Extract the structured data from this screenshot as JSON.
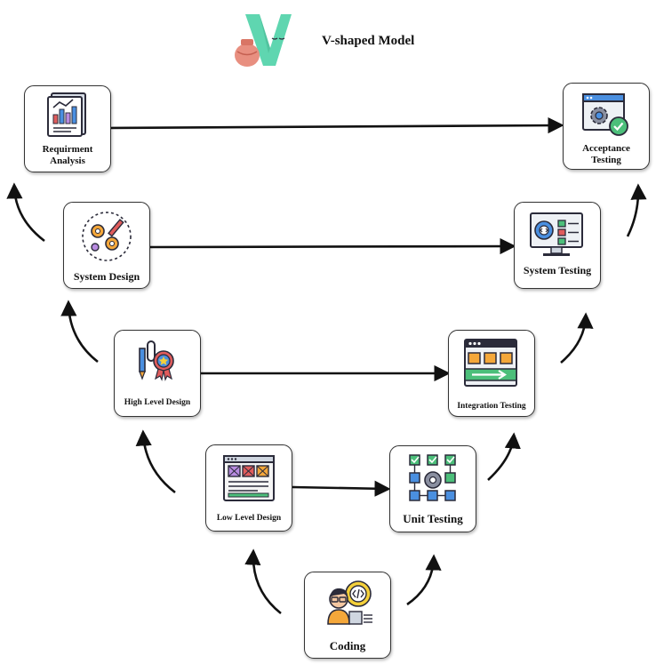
{
  "title": "V-shaped Model",
  "stages": {
    "requirement_analysis": "Requirment\nAnalysis",
    "system_design": "System Design",
    "high_level_design": "High Level Design",
    "low_level_design": "Low Level Design",
    "coding": "Coding",
    "unit_testing": "Unit Testing",
    "integration_testing": "Integration Testing",
    "system_testing": "System Testing",
    "acceptance_testing": "Acceptance\nTesting"
  },
  "icons": {
    "logo": "v-logo-icon",
    "requirement_analysis": "report-chart-icon",
    "system_design": "gears-pencil-icon",
    "high_level_design": "award-clip-icon",
    "low_level_design": "wireframe-icon",
    "coding": "developer-icon",
    "unit_testing": "flow-checklist-icon",
    "integration_testing": "pipeline-icon",
    "system_testing": "monitor-code-icon",
    "acceptance_testing": "window-check-icon"
  },
  "colors": {
    "logo_green": "#5fd6b0",
    "logo_pot": "#e88f80",
    "icon_dark": "#2b2b3a",
    "icon_blue": "#4a8fe0",
    "icon_green": "#4cbf7a",
    "icon_red": "#e05c5c",
    "icon_orange": "#f4a73a",
    "icon_purple": "#b88be0"
  }
}
